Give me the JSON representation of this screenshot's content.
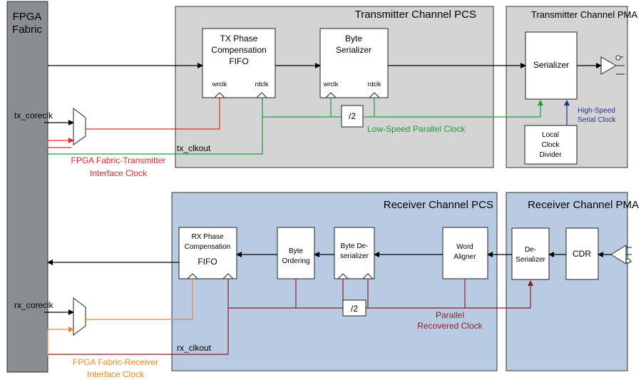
{
  "fabric": {
    "line1": "FPGA",
    "line2": "Fabric"
  },
  "tx_pcs": {
    "title": "Transmitter Channel PCS",
    "fifo": {
      "line1": "TX Phase",
      "line2": "Compensation",
      "line3": "FIFO",
      "wrclk": "wrclk",
      "rdclk": "rdclk"
    },
    "serializer": {
      "line1": "Byte",
      "line2": "Serializer",
      "wrclk": "wrclk",
      "rdclk": "rdclk"
    },
    "divider": "/2"
  },
  "tx_pma": {
    "title": "Transmitter Channel PMA",
    "serializer": "Serializer",
    "clock_divider": {
      "line1": "Local",
      "line2": "Clock",
      "line3": "Divider"
    }
  },
  "rx_pcs": {
    "title": "Receiver Channel PCS",
    "fifo": {
      "line1": "RX Phase",
      "line2": "Compensation",
      "line3": "FIFO"
    },
    "byte_ordering": {
      "line1": "Byte",
      "line2": "Ordering"
    },
    "deserializer": {
      "line1": "Byte De-",
      "line2": "serializer"
    },
    "word_aligner": {
      "line1": "Word",
      "line2": "Aligner"
    },
    "divider": "/2"
  },
  "rx_pma": {
    "title": "Receiver Channel PMA",
    "deserializer": {
      "line1": "De-",
      "line2": "Serializer"
    },
    "cdr": "CDR"
  },
  "signals": {
    "tx_coreclk": "tx_coreclk",
    "tx_clkout": "tx_clkout",
    "rx_coreclk": "rx_coreclk",
    "rx_clkout": "rx_clkout"
  },
  "clock_labels": {
    "low_speed": "Low-Speed Parallel Clock",
    "high_speed": {
      "line1": "High-Speed",
      "line2": "Serial Clock"
    },
    "tx_interface": {
      "line1": "FPGA Fabric-Transmitter",
      "line2": "Interface Clock"
    },
    "rx_interface": {
      "line1": "FPGA Fabric-Receiver",
      "line2": "Interface Clock"
    },
    "recovered": {
      "line1": "Parallel",
      "line2": "Recovered Clock"
    }
  },
  "colors": {
    "fabric": "#8a8d91",
    "tx_region": "#d4d4d4",
    "rx_region": "#b9cbe3",
    "tx_interface_clock": "#e8252b",
    "low_speed_clock": "#14a040",
    "high_speed_clock": "#1f2d8f",
    "rx_interface_clock": "#f2861f",
    "recovered_clock": "#8b1f1f"
  }
}
